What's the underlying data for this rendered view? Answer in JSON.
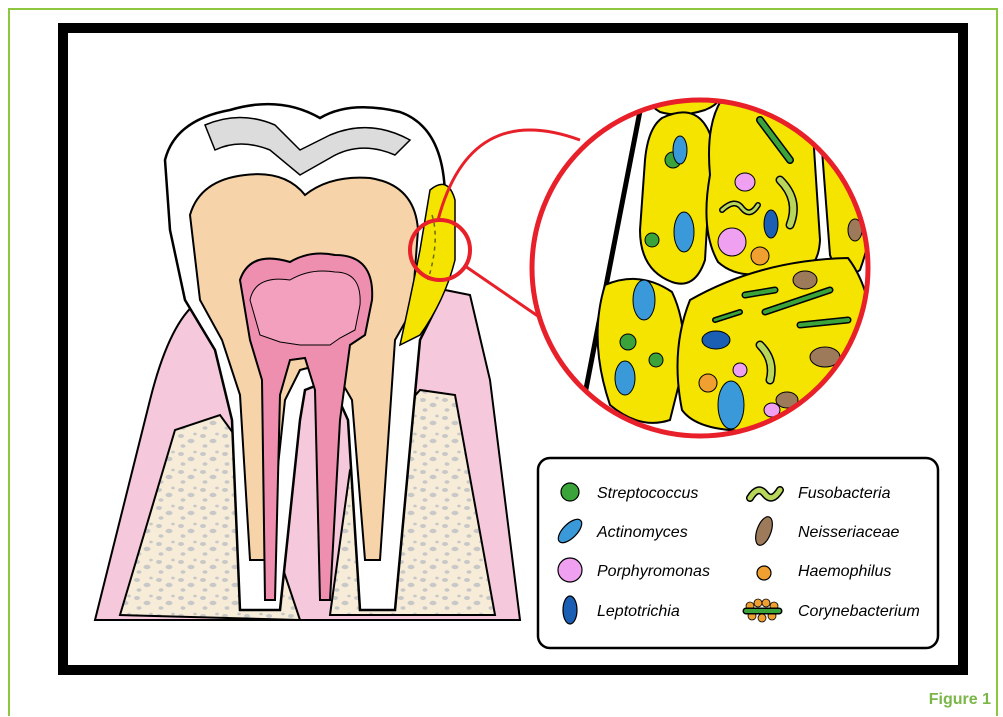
{
  "figure": {
    "label": "Figure 1"
  },
  "legend": {
    "items": [
      {
        "name": "Streptococcus",
        "color": "#3aa33a"
      },
      {
        "name": "Fusobacteria",
        "color": "#b8d65a"
      },
      {
        "name": "Actinomyces",
        "color": "#3a9ad9"
      },
      {
        "name": "Neisseriaceae",
        "color": "#9c7a5a"
      },
      {
        "name": "Porphyromonas",
        "color": "#f0a0f0"
      },
      {
        "name": "Haemophilus",
        "color": "#f0a030"
      },
      {
        "name": "Leptotrichia",
        "color": "#1a5fb4"
      },
      {
        "name": "Corynebacterium",
        "color": "#3aa33a"
      }
    ]
  },
  "colors": {
    "frame": "#8dc63f",
    "plaque": "#f5e400",
    "gum": "#f5c8dc",
    "bone": "#f7ecd8",
    "dentin": "#f6d3a8",
    "pulp": "#ee8fb0",
    "magnifier": "#e8202a"
  }
}
